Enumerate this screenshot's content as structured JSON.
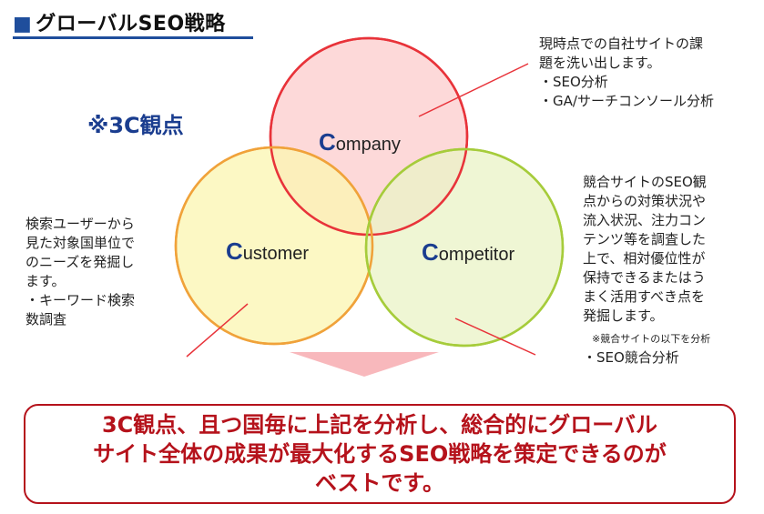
{
  "header": {
    "marker": "■",
    "title": "グローバルSEO戦略"
  },
  "subtitle": "※3C観点",
  "circles": [
    {
      "initial": "C",
      "rest": "ompany",
      "fill": "#fdd2d2",
      "stroke": "#e8333a"
    },
    {
      "initial": "C",
      "rest": "ustomer",
      "fill": "#fbf5b0",
      "stroke": "#f0a23a"
    },
    {
      "initial": "C",
      "rest": "ompetitor",
      "fill": "#e9f3c6",
      "stroke": "#a6cc3b"
    }
  ],
  "notes": {
    "company": "現時点での自社サイトの課\n題を洗い出します。\n・SEO分析\n・GA/サーチコンソール分析",
    "customer": "検索ユーザーから\n見た対象国単位で\nのニーズを発掘し\nます。\n・キーワード検索\n数調査",
    "competitor": "競合サイトのSEO観\n点からの対策状況や\n流入状況、注力コン\nテンツ等を調査した\n上で、相対優位性が\n保持できるまたはう\nまく活用すべき点を\n発掘します。",
    "competitor_small": "※競合サイトの以下を分析",
    "competitor_item": "・SEO競合分析"
  },
  "conclusion": "3C観点、且つ国毎に上記を分析し、総合的にグローバル\nサイト全体の成果が最大化するSEO戦略を策定できるのが\nベストです。",
  "colors": {
    "title_accent": "#1f4e9c",
    "initial_letter": "#1a3d8f",
    "conclusion": "#b5121b",
    "arrow": "#f6a0a5"
  }
}
